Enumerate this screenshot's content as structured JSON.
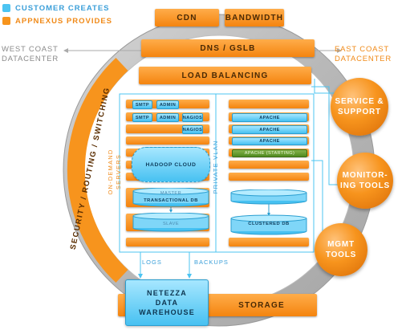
{
  "legend": {
    "customer_label": "CUSTOMER CREATES",
    "appnexus_label": "APPNEXUS PROVIDES",
    "customer_color": "#4cc4f2",
    "appnexus_color": "#f7941d"
  },
  "top": {
    "cdn": "CDN",
    "bandwidth": "BANDWIDTH",
    "dns": "DNS / GSLB",
    "load_balancing": "LOAD BALANCING"
  },
  "datacenters": {
    "west": [
      "WEST COAST",
      "DATACENTER"
    ],
    "east": [
      "EAST COAST",
      "DATACENTER"
    ]
  },
  "ring_label": "SECURITY / ROUTING / SWITCHING",
  "services": {
    "support": [
      "SERVICE &",
      "SUPPORT"
    ],
    "monitoring": [
      "MONITOR-",
      "ING TOOLS"
    ],
    "mgmt": [
      "MGMT",
      "TOOLS"
    ]
  },
  "servers": {
    "smtp": "SMTP",
    "admin": "ADMIN",
    "nagios": "NAGIOS",
    "hadoop": "HADOOP CLOUD",
    "apache": "APACHE",
    "apache_starting": "APACHE (STARTING)",
    "master": "MASTER",
    "transactional_db": "TRANSACTIONAL DB",
    "slave": "SLAVE",
    "clustered_db": "CLUSTERED DB"
  },
  "side_labels": {
    "on_demand": [
      "ON-DEMAND",
      "SERVERS"
    ],
    "private_vlan": "PRIVATE VLAN"
  },
  "bottom": {
    "logs": "LOGS",
    "backups": "BACKUPS",
    "netezza": [
      "NETEZZA",
      "DATA",
      "WAREHOUSE"
    ],
    "storage": "STORAGE"
  }
}
